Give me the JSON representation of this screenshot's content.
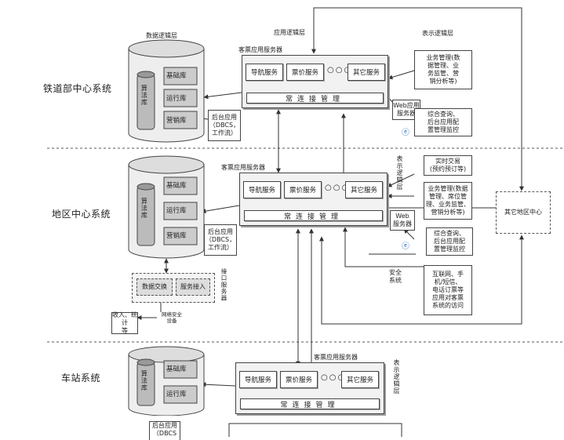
{
  "layers": {
    "data_logic": "数据逻辑层",
    "app_logic": "应用逻辑层",
    "pres_logic": "表示逻辑层",
    "pres_logic_vertical": "表示逻辑层"
  },
  "systems": {
    "railway": "铁道部中心系统",
    "regional": "地区中心系统",
    "station": "车站系统"
  },
  "db": {
    "algo": "算法库",
    "basic": "基础库",
    "run": "运行库",
    "sales": "营销库"
  },
  "server": {
    "title": "客票应用服务器",
    "nav": "导航服务",
    "fare": "票价服务",
    "dots": "○○○",
    "other": "其它服务",
    "conn": "常连接管理"
  },
  "backend": "后台应用（DBCS，工作流）",
  "backend_lines": [
    "后台应用",
    "（DBCS，",
    "工作流）"
  ],
  "station_backend_lines": [
    "后台应用",
    "（DBCS"
  ],
  "web": [
    "Web应用",
    "服务器"
  ],
  "web_small": [
    "Web",
    "服务器"
  ],
  "railway_mgmt": [
    "业务管理(数",
    "据管理、业",
    "务监管、营",
    "销分析等)"
  ],
  "railway_query": [
    "综合查询、",
    "后台应用配",
    "置管理监控"
  ],
  "regional_realtime": [
    "实时交易",
    "(预约预订等)"
  ],
  "regional_mgmt": [
    "业务管理(数据",
    "管理、席位管",
    "理、业务监管、",
    "营销分析等)"
  ],
  "regional_query": [
    "综合查询、",
    "后台应用配",
    "置管理监控"
  ],
  "internet": [
    "互联网、手",
    "机/短信、",
    "电话订票等",
    "应用对客票",
    "系统的访问"
  ],
  "security": [
    "安全",
    "系统"
  ],
  "interface": {
    "exchange": "数据交换",
    "access": "服务接入",
    "label": "接口服务器"
  },
  "net_sec": [
    "网络安全",
    "设备"
  ],
  "income": [
    "收入、统计",
    "等"
  ],
  "other_region": "其它地区中心"
}
